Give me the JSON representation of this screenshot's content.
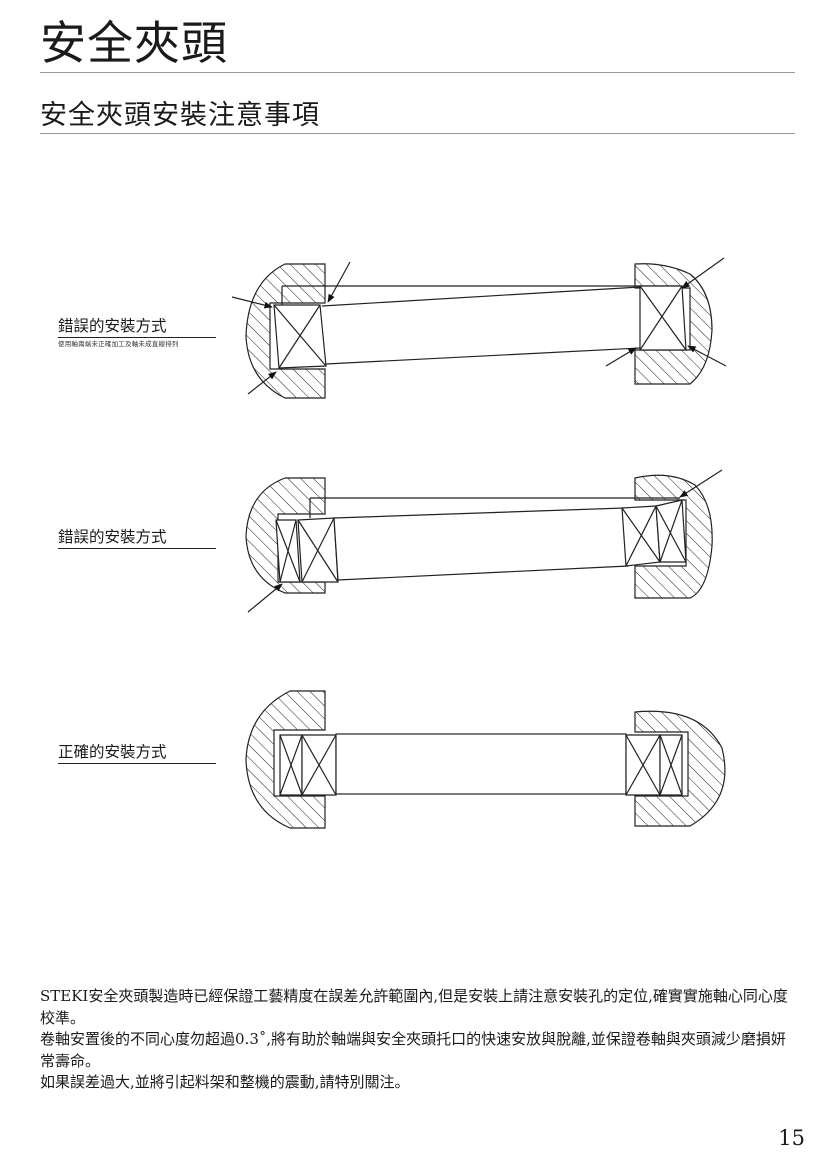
{
  "header": {
    "title": "安全夾頭",
    "subtitle": "安全夾頭安裝注意事項"
  },
  "diagrams": [
    {
      "label": "錯誤的安裝方式",
      "note": "使用軸兩端未正確加工及軸未成直線排列"
    },
    {
      "label": "錯誤的安裝方式"
    },
    {
      "label": "正確的安裝方式"
    }
  ],
  "body": {
    "paragraphs": [
      "STEKI安全夾頭製造時已經保證工藝精度在誤差允許範圍內,但是安裝上請注意安裝孔的定位,確實實施軸心同心度校準。",
      "卷軸安置後的不同心度勿超過0.3˚,將有助於軸端與安全夾頭托口的快速安放與脫離,並保證卷軸與夾頭減少磨損妍常壽命。",
      "如果誤差過大,並將引起料架和整機的震動,請特別關注。"
    ]
  },
  "footer": {
    "page_number": "15"
  }
}
